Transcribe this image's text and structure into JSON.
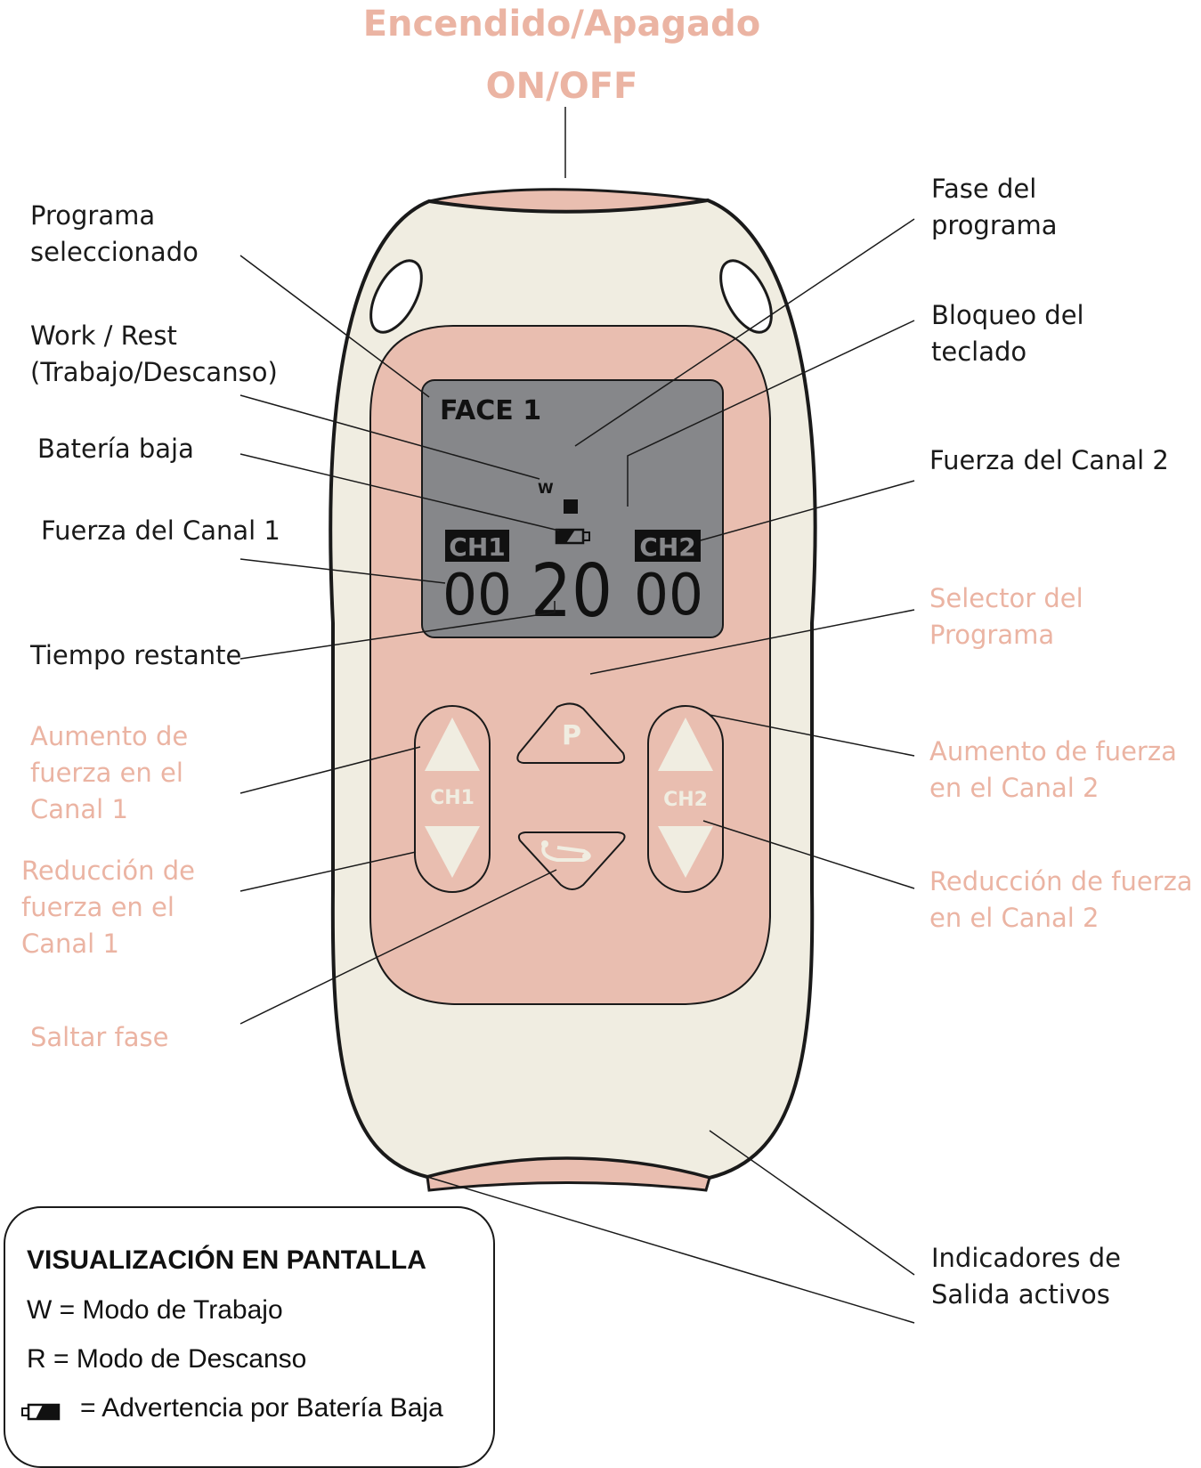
{
  "header": {
    "title_line1": "Encendido/Apagado",
    "title_line2": "ON/OFF"
  },
  "labels": {
    "programa_seleccionado": "Programa\nseleccionado",
    "work_rest": "Work / Rest\n(Trabajo/Descanso)",
    "bateria_baja": "Batería baja",
    "fuerza_canal_1": "Fuerza del Canal 1",
    "tiempo_restante": "Tiempo restante",
    "aumento_canal_1": "Aumento de\nfuerza en el\nCanal 1",
    "reduccion_canal_1": "Reducción de\nfuerza en el\nCanal 1",
    "saltar_fase": "Saltar fase",
    "fase_programa": "Fase del\nprograma",
    "bloqueo_teclado": "Bloqueo del\nteclado",
    "fuerza_canal_2": "Fuerza del Canal 2",
    "selector_programa": "Selector del\nPrograma",
    "aumento_canal_2": "Aumento de fuerza\nen el Canal 2",
    "reduccion_canal_2": "Reducción de fuerza\nen el Canal 2",
    "indicadores_salida": "Indicadores de\nSalida activos"
  },
  "display": {
    "program_name": "FACE 1",
    "mode_letter": "W",
    "ch1_label": "CH1",
    "ch2_label": "CH2",
    "ch1_value": "00",
    "time_value": "20",
    "ch2_value": "00"
  },
  "buttons": {
    "program": "P",
    "ch1": "CH1",
    "ch2": "CH2"
  },
  "legend": {
    "heading": "VISUALIZACIÓN EN PANTALLA",
    "item_w": "W = Modo de Trabajo",
    "item_r": "R = Modo de Descanso",
    "item_battery": "= Advertencia por Batería Baja",
    "battery_icon": "battery-low-icon"
  },
  "colors": {
    "label_pink": "#ebb4a3",
    "body_cream": "#f0ede1",
    "panel_salmon": "#e9beb0",
    "screen_gray": "#86878a"
  }
}
